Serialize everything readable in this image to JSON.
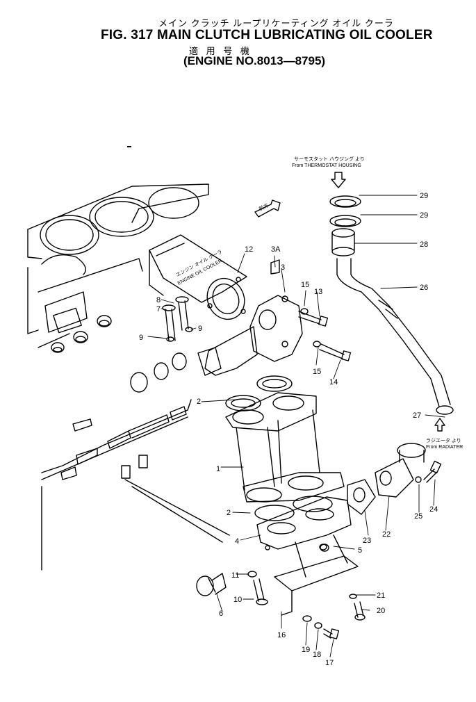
{
  "header": {
    "title_jp": "メイン クラッチ ループリケーティング オイル クーラ",
    "title_en": "FIG. 317  MAIN CLUTCH LUBRICATING OIL COOLER",
    "applicability_jp": "適 用 号 機",
    "engine_range": "(ENGINE NO.8013—8795)"
  },
  "annotations": {
    "thermostat_jp": "サーモスタット ハウジング より",
    "thermostat_en": "From THERMOSTAT HOUSING",
    "radiator_jp": "ラジエータ より",
    "radiator_en": "From RADIATER",
    "front_mark": "前方",
    "cooler_jp": "エンジン オイル クーラ",
    "cooler_en": "ENGINE OIL COOLER"
  },
  "callouts": {
    "c1": "1",
    "c2a": "2",
    "c2b": "2",
    "c3": "3",
    "c3a": "3A",
    "c4": "4",
    "c5": "5",
    "c6": "6",
    "c7": "7",
    "c8": "8",
    "c9a": "9",
    "c9b": "9",
    "c10": "10",
    "c11": "11",
    "c12": "12",
    "c13": "13",
    "c14": "14",
    "c15a": "15",
    "c15b": "15",
    "c16": "16",
    "c17": "17",
    "c18": "18",
    "c19": "19",
    "c20": "20",
    "c21": "21",
    "c22": "22",
    "c23": "23",
    "c24": "24",
    "c25": "25",
    "c26": "26",
    "c27": "27",
    "c28": "28",
    "c29a": "29",
    "c29b": "29"
  },
  "colors": {
    "ink": "#000000",
    "paper": "#ffffff"
  }
}
